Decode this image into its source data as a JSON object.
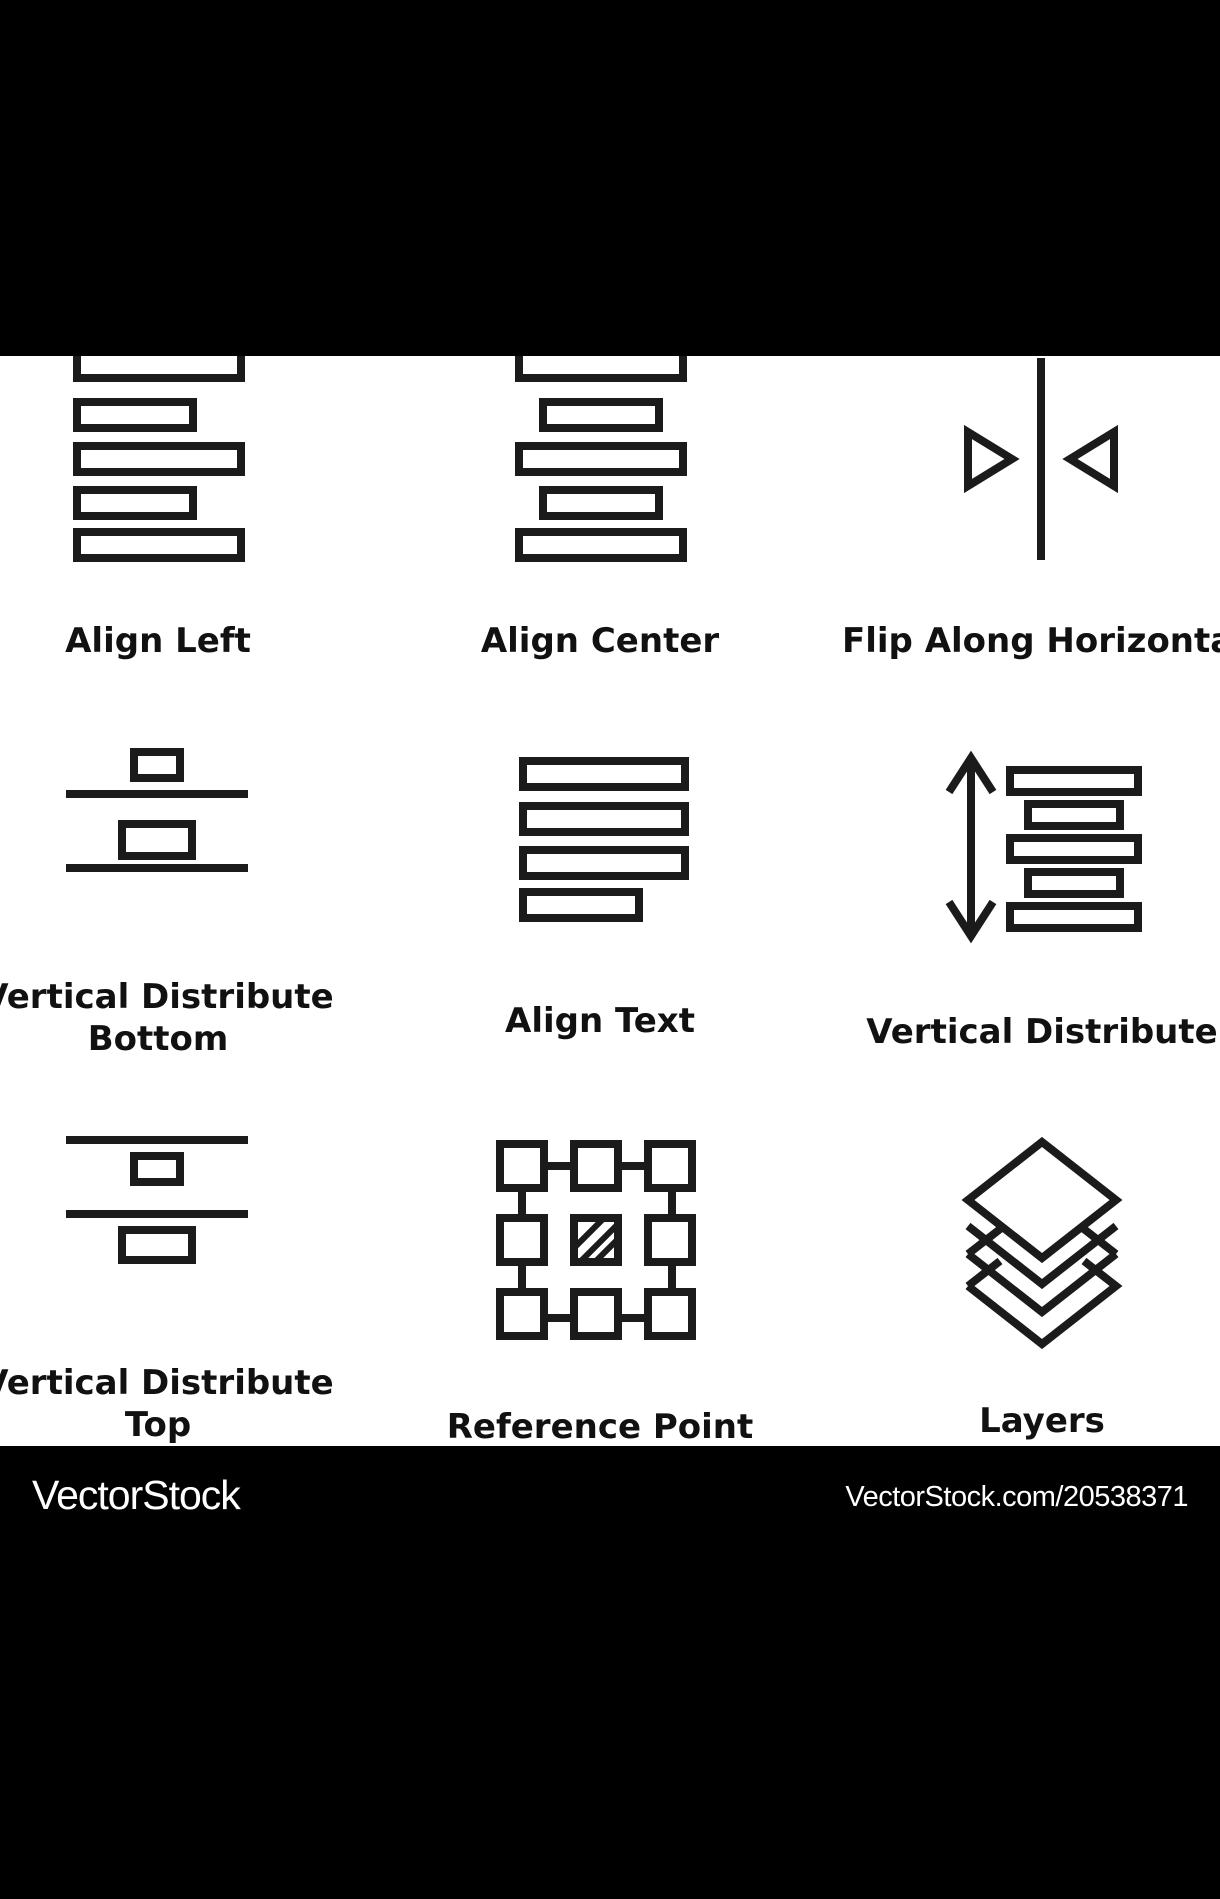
{
  "icons": [
    {
      "label_lines": [
        "Align Left"
      ],
      "icon": "align-left-icon"
    },
    {
      "label_lines": [
        "Align Center"
      ],
      "icon": "align-center-icon"
    },
    {
      "label_lines": [
        "Flip Along Horizontal"
      ],
      "icon": "flip-horizontal-icon"
    },
    {
      "label_lines": [
        "Vertical Distribute",
        "Bottom"
      ],
      "icon": "vertical-distribute-bottom-icon"
    },
    {
      "label_lines": [
        "Align Text"
      ],
      "icon": "align-text-icon"
    },
    {
      "label_lines": [
        "Vertical Distribute"
      ],
      "icon": "vertical-distribute-icon"
    },
    {
      "label_lines": [
        "Vertical Distribute",
        "Top"
      ],
      "icon": "vertical-distribute-top-icon"
    },
    {
      "label_lines": [
        "Reference Point"
      ],
      "icon": "reference-point-icon"
    },
    {
      "label_lines": [
        "Layers"
      ],
      "icon": "layers-icon"
    }
  ],
  "watermark": {
    "brand": "VectorStock",
    "url": "VectorStock.com/20538371"
  },
  "colors": {
    "background": "#000000",
    "panel": "#ffffff",
    "stroke": "#1b1b1b"
  }
}
